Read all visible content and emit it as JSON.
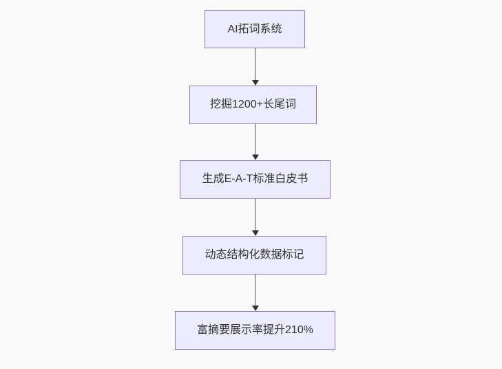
{
  "diagram": {
    "type": "flowchart-top-down",
    "nodes": [
      {
        "label": "AI拓词系统"
      },
      {
        "label": "挖掘1200+长尾词"
      },
      {
        "label": "生成E-A-T标准白皮书"
      },
      {
        "label": "动态结构化数据标记"
      },
      {
        "label": "富摘要展示率提升210%"
      }
    ],
    "edges": [
      {
        "from": 0,
        "to": 1,
        "style": "arrow-down"
      },
      {
        "from": 1,
        "to": 2,
        "style": "arrow-down"
      },
      {
        "from": 2,
        "to": 3,
        "style": "arrow-down"
      },
      {
        "from": 3,
        "to": 4,
        "style": "arrow-down"
      }
    ]
  },
  "theme": {
    "background": "#FAFAFA",
    "node_fill": "#ECECFF",
    "node_border": "#9370DB",
    "node_text": "#333333",
    "edge": "#4a4a4a",
    "arrowhead": "#333333"
  }
}
